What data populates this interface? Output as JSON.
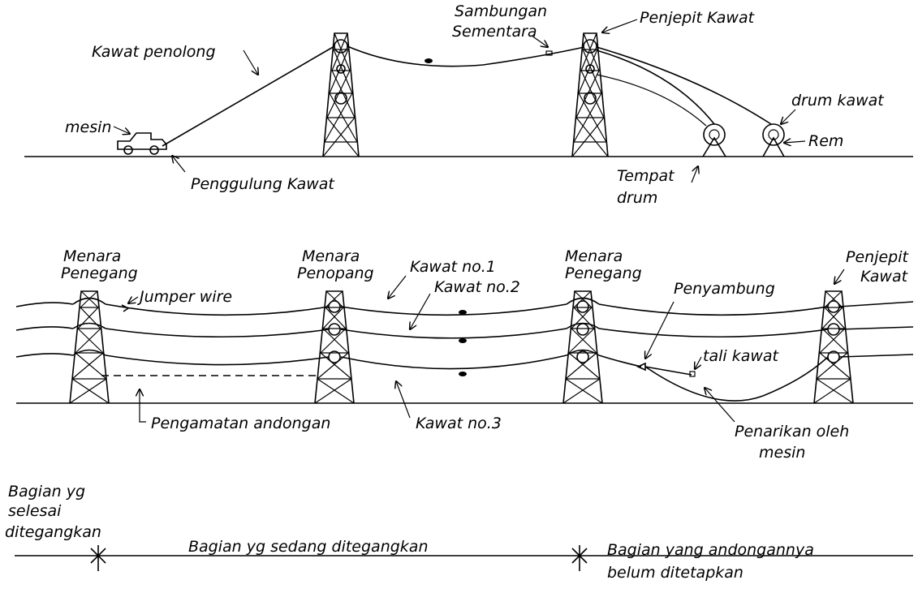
{
  "top_scene": {
    "labels": {
      "kawat_penolong": "Kawat penolong",
      "sambungan_line1": "Sambungan",
      "sambungan_line2": "Sementara",
      "penjepit_kawat": "Penjepit Kawat",
      "mesin": "mesin",
      "penggulung_kawat": "Penggulung Kawat",
      "drum_kawat": "drum kawat",
      "rem": "Rem",
      "tempat_line1": "Tempat",
      "tempat_line2": "drum"
    }
  },
  "middle_scene": {
    "labels": {
      "menara_penegang_left_line1": "Menara",
      "menara_penegang_left_line2": "Penegang",
      "jumper_wire": "Jumper wire",
      "menara_penopang_line1": "Menara",
      "menara_penopang_line2": "Penopang",
      "kawat_no1": "Kawat no.1",
      "kawat_no2": "Kawat no.2",
      "kawat_no3": "Kawat no.3",
      "menara_penegang_right_line1": "Menara",
      "menara_penegang_right_line2": "Penegang",
      "penyambung": "Penyambung",
      "penjepit_line1": "Penjepit",
      "penjepit_line2": "Kawat",
      "tali_kawat": "tali kawat",
      "pengamatan_andongan": "Pengamatan andongan",
      "penarikan_line1": "Penarikan oleh",
      "penarikan_line2": "mesin"
    }
  },
  "bottom_scale": {
    "left_line1": "Bagian yg",
    "left_line2": "selesai",
    "left_line3": "ditegangkan",
    "middle": "Bagian yg sedang ditegangkan",
    "right_line1": "Bagian yang andongannya",
    "right_line2": "belum ditetapkan"
  }
}
